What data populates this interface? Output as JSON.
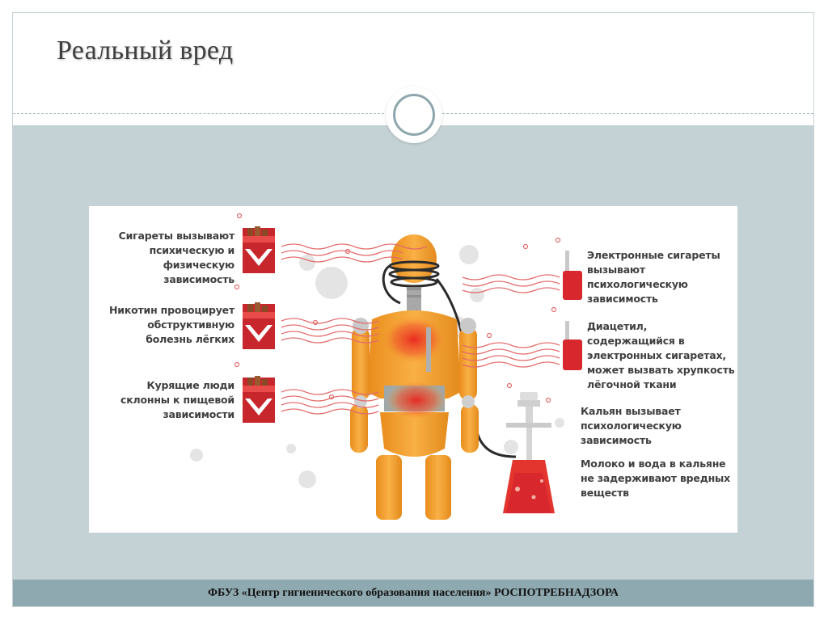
{
  "slide": {
    "title": "Реальный вред",
    "footer": "ФБУЗ «Центр гигиенического образования населения» РОСПОТРЕБНАДЗОРА"
  },
  "infographic": {
    "left_captions": [
      "Сигареты вызывают психическую и физическую зависимость",
      "Никотин провоцирует обструктивную болезнь лёгких",
      "Курящие люди склонны к пищевой зависимости"
    ],
    "right_captions": [
      "Электронные сигареты вызывают психологическую зависимость",
      "Диацетил, содержащийся в электронных сигаретах, может вызвать хрупкость лёгочной ткани",
      "Кальян вызывает психологическую зависимость",
      "Молоко и вода в кальяне не задерживают вредных веществ"
    ],
    "colors": {
      "robot": "#f5a12a",
      "harm_red": "#e03a3a",
      "wave_red": "#e36b6b",
      "background_band": "#c4d2d6"
    }
  }
}
